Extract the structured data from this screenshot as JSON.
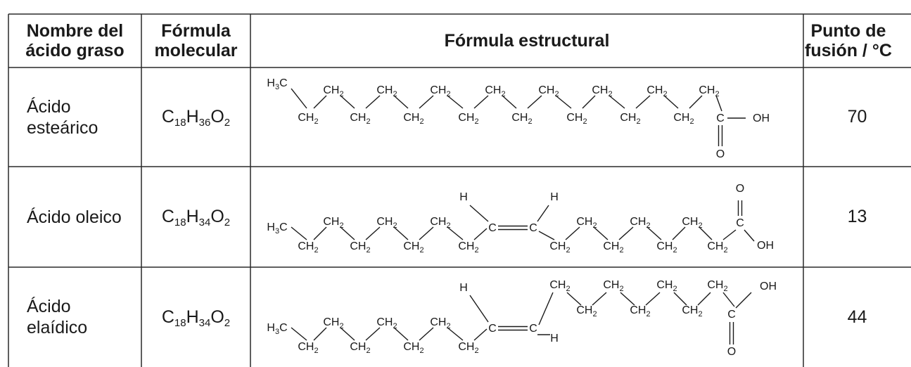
{
  "table": {
    "headers": {
      "name": [
        "Nombre del",
        "ácido graso"
      ],
      "formula": [
        "Fórmula",
        "molecular"
      ],
      "structure": "Fórmula estructural",
      "melting": [
        "Punto de",
        "fusión / °C"
      ]
    },
    "rows": [
      {
        "name": [
          "Ácido",
          "esteárico"
        ],
        "formula": {
          "c": "C",
          "c_n": "18",
          "h": "H",
          "h_n": "36",
          "o": "O",
          "o_n": "2"
        },
        "melting_point": "70"
      },
      {
        "name": [
          "Ácido oleico"
        ],
        "formula": {
          "c": "C",
          "c_n": "18",
          "h": "H",
          "h_n": "34",
          "o": "O",
          "o_n": "2"
        },
        "melting_point": "13"
      },
      {
        "name": [
          "Ácido",
          "elaídico"
        ],
        "formula": {
          "c": "C",
          "c_n": "18",
          "h": "H",
          "h_n": "34",
          "o": "O",
          "o_n": "2"
        },
        "melting_point": "44"
      }
    ]
  },
  "structure_labels": {
    "methyl": "H₃C",
    "methylene": "CH₂",
    "carbon": "C",
    "oxygen": "O",
    "hydroxyl": "OH",
    "hydrogen": "H"
  }
}
